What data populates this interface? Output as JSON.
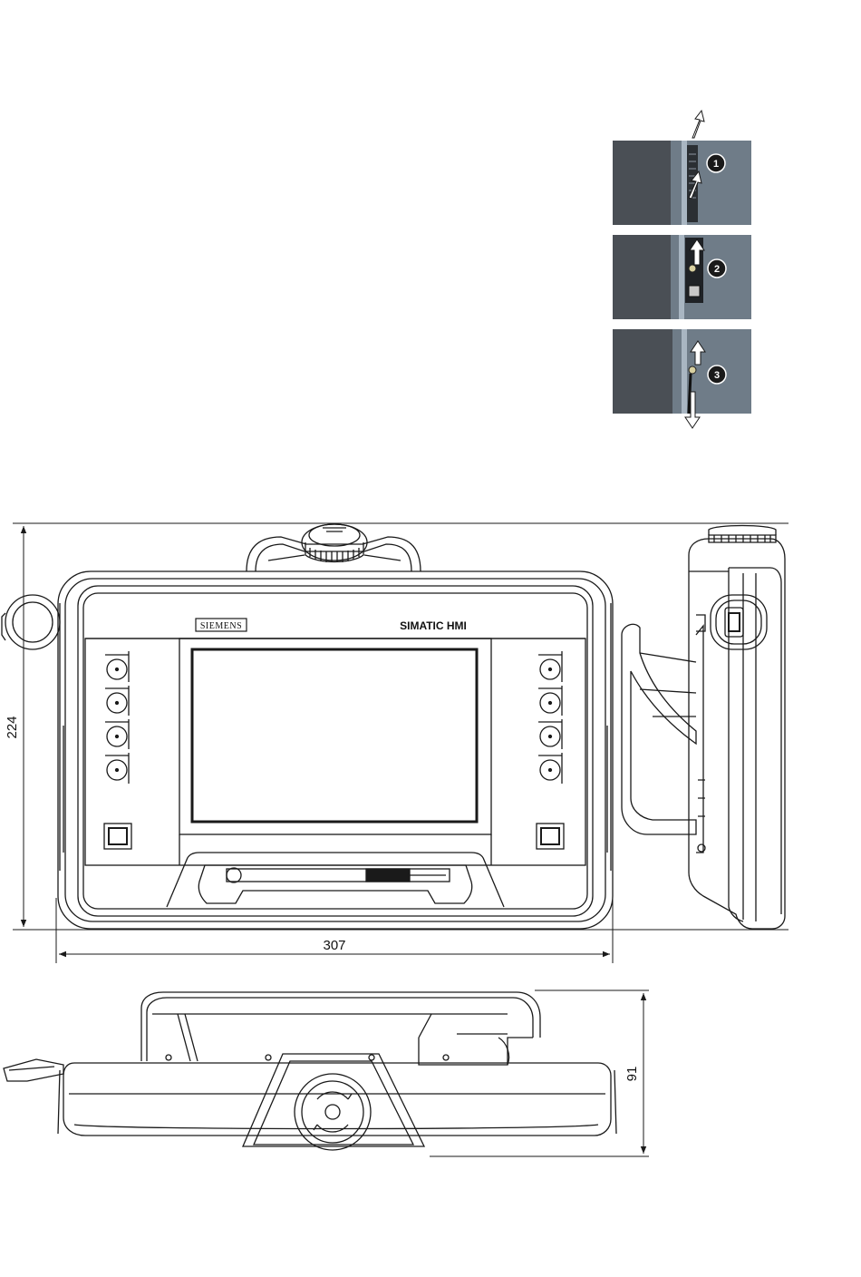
{
  "device": {
    "brand_label": "SIEMENS",
    "model_label": "SIMATIC HMI"
  },
  "detail_steps": [
    {
      "number": "1"
    },
    {
      "number": "2"
    },
    {
      "number": "3"
    }
  ],
  "dimensions": {
    "height": "224",
    "width": "307",
    "depth": "91"
  },
  "colors": {
    "line": "#1a1a1a",
    "photo_dark": "#4a4f55",
    "photo_rail": "#7d8a96",
    "badge": "#1a1a1a"
  }
}
